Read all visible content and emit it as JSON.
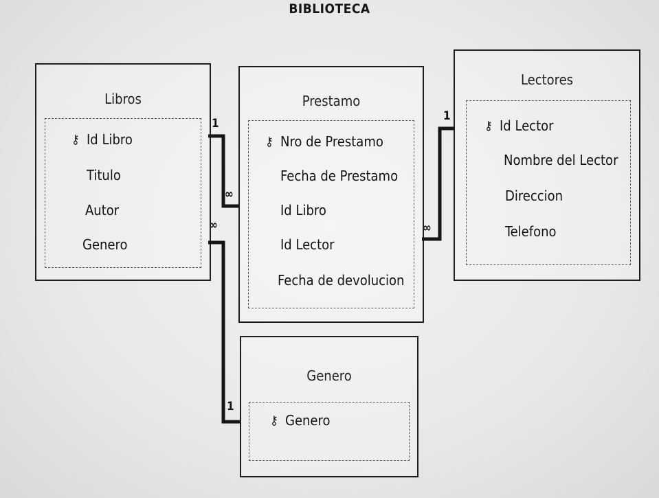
{
  "title": "BIBLIOTECA",
  "icons": {
    "primary_key": "key-icon"
  },
  "colors": {
    "line": "#151515",
    "paper": "#e9e9e9"
  },
  "tables": {
    "libros": {
      "name": "Libros",
      "fields": [
        {
          "label": "Id Libro",
          "key": true
        },
        {
          "label": "Titulo",
          "key": false
        },
        {
          "label": "Autor",
          "key": false
        },
        {
          "label": "Genero",
          "key": false
        }
      ]
    },
    "prestamo": {
      "name": "Prestamo",
      "fields": [
        {
          "label": "Nro de Prestamo",
          "key": true
        },
        {
          "label": "Fecha de Prestamo",
          "key": false
        },
        {
          "label": "Id Libro",
          "key": false
        },
        {
          "label": "Id Lector",
          "key": false
        },
        {
          "label": "Fecha de devolucion",
          "key": false
        }
      ]
    },
    "lectores": {
      "name": "Lectores",
      "fields": [
        {
          "label": "Id Lector",
          "key": true
        },
        {
          "label": "Nombre del Lector",
          "key": false
        },
        {
          "label": "Direccion",
          "key": false
        },
        {
          "label": "Telefono",
          "key": false
        }
      ]
    },
    "genero": {
      "name": "Genero",
      "fields": [
        {
          "label": "Genero",
          "key": true
        }
      ]
    }
  },
  "relationships": [
    {
      "from": "Libros.Id Libro",
      "to": "Prestamo.Id Libro",
      "from_card": "1",
      "to_card": "∞"
    },
    {
      "from": "Lectores.Id Lector",
      "to": "Prestamo.Id Lector",
      "from_card": "1",
      "to_card": "∞"
    },
    {
      "from": "Genero.Genero",
      "to": "Libros.Genero",
      "from_card": "1",
      "to_card": "∞"
    }
  ]
}
